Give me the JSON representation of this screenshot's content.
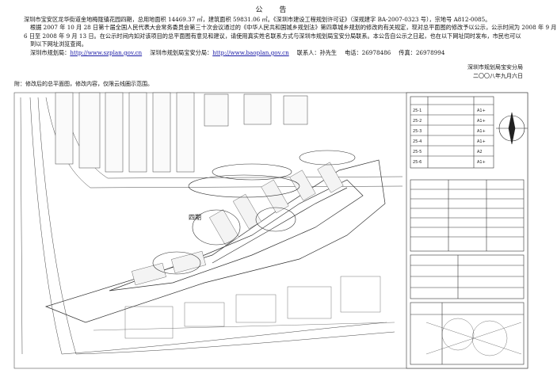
{
  "notice": {
    "title": "公　告",
    "para1": "深圳市宝安区龙华街道金地梅陇镇花园四期，总用地面积 14469.37 ㎡，建筑面积 59831.06 ㎡。《深圳市建设工程规划许可证》（深规建字 BA-2007-0323 号），宗地号 A812-0085。",
    "para2": "根据 2007 年 10 月 28 日第十届全国人民代表大会常务委员会第三十次会议通过的《中华人民共和国城乡规划法》第四章城乡规划的修改的有关规定，现对总平面图的修改予以公示，公示时间为 2008 年 9 月",
    "para3": "6 日至 2008 年 9 月 13 日。在公示时间内如对该项目的总平面图有意见和建议，请使用真实姓名联系方式与深圳市规划局宝安分局联系。本公告自公示之日起，也在以下网址同时发布，市民也可以",
    "para4": "到以下网址浏览查阅。",
    "contact": {
      "label1": "深圳市规划局：",
      "url1": "http://www.szplan.gov.cn",
      "label2": "深圳市规划局宝安分局：",
      "url2": "http://www.baoplan.gov.cn",
      "person": "联系人：孙先生",
      "phone": "电话：26978486",
      "fax": "传真：26978994"
    },
    "signature": {
      "org": "深圳市规划局宝安分局",
      "date": "二〇〇八年九月六日"
    },
    "attachment_note": "附：修改后的总平面图，修改内容，仅限云线圈示范围。"
  },
  "drawing": {
    "labels": [
      "四期"
    ],
    "sheet_rows": [
      "25-1",
      "25-2",
      "25-3",
      "25-4",
      "25-5",
      "25-6"
    ],
    "sheet_sizes": [
      "A1+",
      "A1+",
      "A1+",
      "A1+",
      "A2",
      "A1+"
    ]
  }
}
